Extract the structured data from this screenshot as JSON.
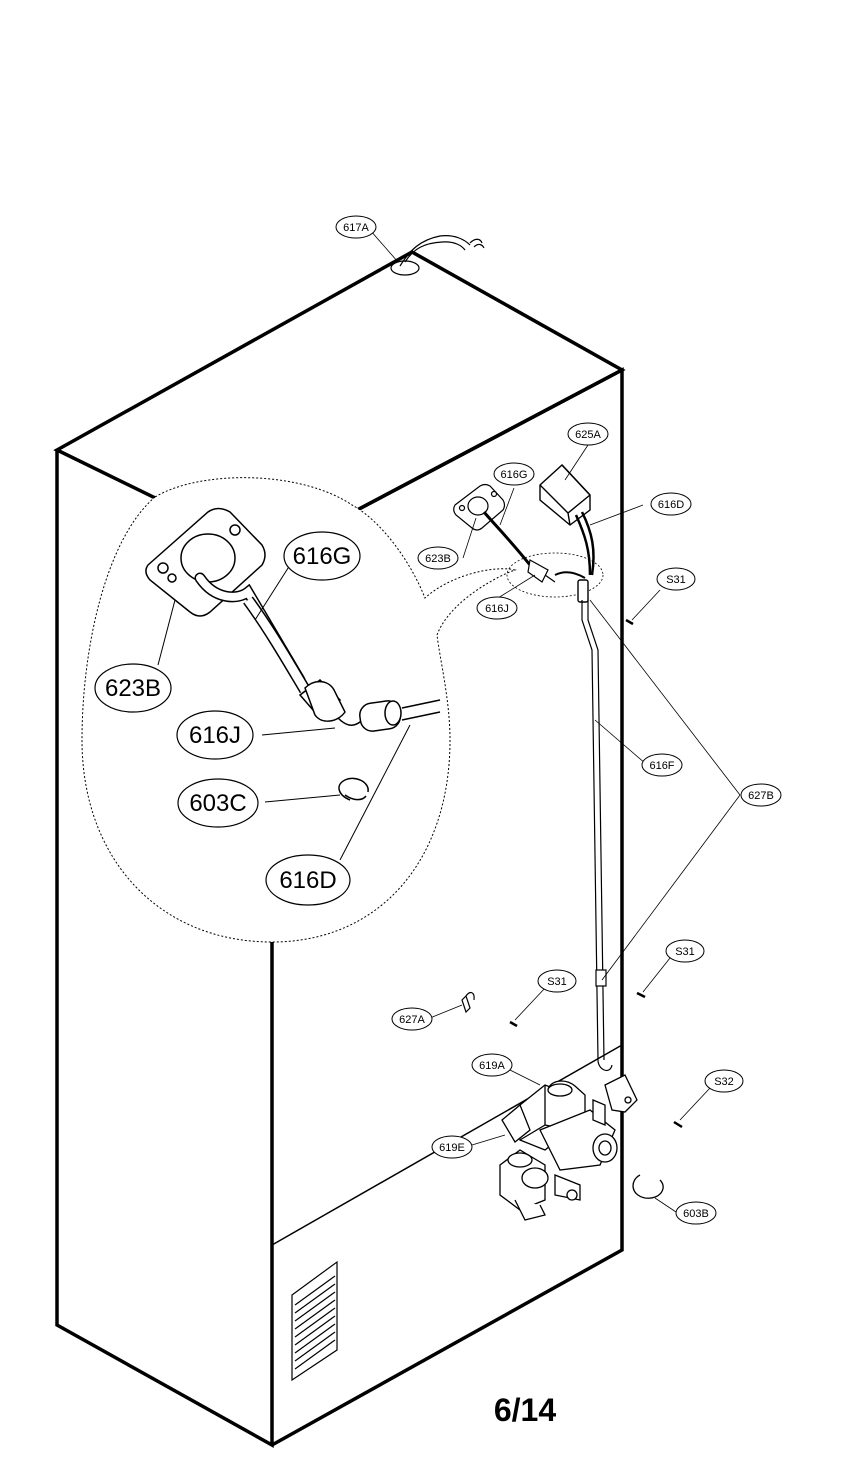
{
  "callouts": {
    "c617A": "617A",
    "c625A": "625A",
    "c616G_small": "616G",
    "c616D_small": "616D",
    "c623B_small": "623B",
    "c616J_small": "616J",
    "cS31_top": "S31",
    "c616F": "616F",
    "c627B": "627B",
    "cS31_mid": "S31",
    "cS31_low": "S31",
    "c627A": "627A",
    "c619A": "619A",
    "cS32": "S32",
    "c619E": "619E",
    "c603B": "603B",
    "c616G_big": "616G",
    "c623B_big": "623B",
    "c616J_big": "616J",
    "c603C_big": "603C",
    "c616D_big": "616D"
  },
  "page_number": "6/14"
}
